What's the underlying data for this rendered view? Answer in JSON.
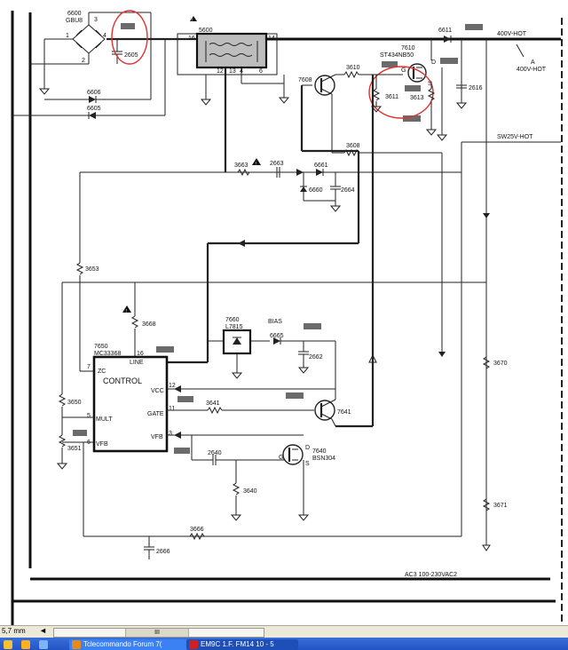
{
  "components": {
    "bridge": {
      "ref": "6600",
      "part": "GBU8",
      "pins": [
        "3",
        "1",
        "4",
        "2"
      ]
    },
    "c2605": "2605",
    "transformer": {
      "ref": "5600",
      "pins": [
        "16",
        "14",
        "12",
        "13",
        "4",
        "6"
      ]
    },
    "d6611": "6611",
    "net_400v_hot": "400V-HOT",
    "net_400v_hot_b": "400V-HOT",
    "net_a": "A",
    "q7610": {
      "ref": "7610",
      "part": "ST434NB50"
    },
    "r3610": "3610",
    "q7608": "7608",
    "r3611": "3611",
    "r3613": "3613",
    "c2616": "2616",
    "d6606": "6606",
    "d6605": "6605",
    "r3608": "3608",
    "net_sw25v_hot": "SW25V-HOT",
    "r3663": "3663",
    "c2663": "2663",
    "d6661": "6661",
    "d6660": "6660",
    "c2664": "2664",
    "r3653": "3653",
    "r3668": "3668",
    "u7660": {
      "ref": "7660",
      "part": "L7815"
    },
    "bias": "BIAS",
    "d6665": "6665",
    "c2662": "2662",
    "ic7650": {
      "ref": "7650",
      "part": "MC33368",
      "title": "CONTROL"
    },
    "ic_pins": {
      "zc": "ZC",
      "line": "LINE",
      "vcc": "VCC",
      "gate": "GATE",
      "mult": "MULT",
      "vfb": "VFB",
      "p7": "7",
      "p16": "16",
      "p12": "12",
      "p11": "11",
      "p5": "5",
      "p3": "3",
      "p6": "6"
    },
    "r3670": "3670",
    "r3650": "3650",
    "r3641": "3641",
    "q7641": "7641",
    "r3651": "3651",
    "c2640": "2640",
    "q7640": {
      "ref": "7640",
      "part": "BSN304",
      "g": "G",
      "d": "D",
      "s": "S"
    },
    "q7610_pins": {
      "g": "G",
      "d": "D",
      "s": "S"
    },
    "r3640": "3640",
    "r3671": "3671",
    "r3666": "3666",
    "c2666": "2666",
    "net_ac3": "AC3 100-230VAC2"
  },
  "status_bar": {
    "zoom": "5,7 mm",
    "arrow_left": "◄",
    "thumb": "III"
  },
  "taskbar": {
    "item1": "Tclecommando Forum 7(",
    "item2": "EM9C 1.F. FM14 10 - 5"
  },
  "colors": {
    "highlight_circle": "#e03030",
    "tag_fill": "#6b6b6b",
    "taskbar": "#2a5bd0"
  }
}
